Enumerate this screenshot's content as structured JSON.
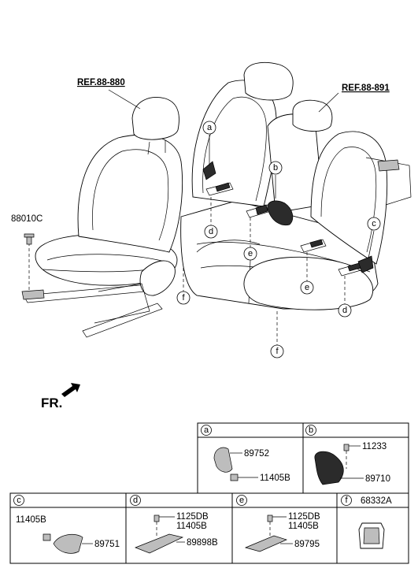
{
  "refs": {
    "left": "REF.88-880",
    "right": "REF.88-891"
  },
  "main_labels": {
    "bolt": "88010C"
  },
  "front_marker": "FR.",
  "callouts": {
    "a": "a",
    "b": "b",
    "c": "c",
    "d": "d",
    "e": "e",
    "f": "f"
  },
  "table": {
    "a": {
      "letter": "a",
      "parts": [
        "89752",
        "11405B"
      ]
    },
    "b": {
      "letter": "b",
      "parts": [
        "11233",
        "89710"
      ]
    },
    "c": {
      "letter": "c",
      "parts": [
        "11405B",
        "89751"
      ]
    },
    "d": {
      "letter": "d",
      "parts": [
        "1125DB",
        "11405B",
        "89898B"
      ]
    },
    "e": {
      "letter": "e",
      "parts": [
        "1125DB",
        "11405B",
        "89795"
      ]
    },
    "f": {
      "letter": "f",
      "title": "68332A"
    }
  }
}
